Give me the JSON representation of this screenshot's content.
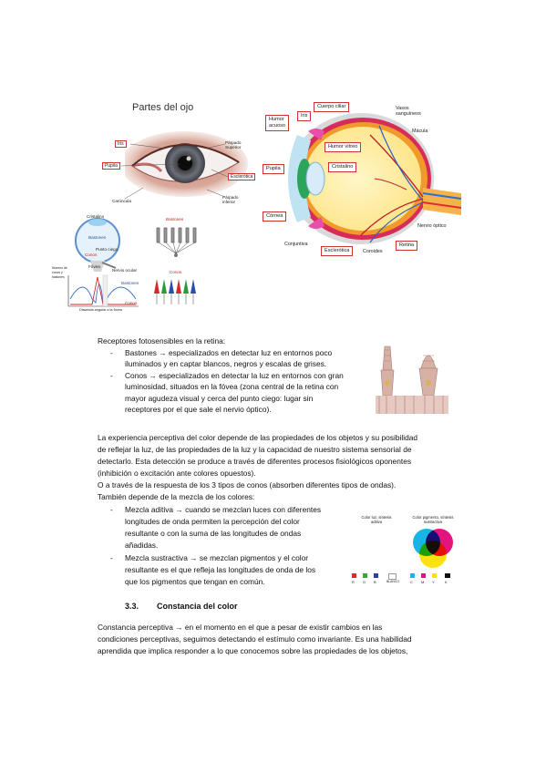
{
  "figures": {
    "eye_external": {
      "title": "Partes del ojo",
      "labels": {
        "iris": "Iris",
        "pupila": "Pupila",
        "parpado_sup": "Párpado\nSuperior",
        "esclerotica": "Esclerótica",
        "caruncula": "Carúncula",
        "parpado_inf": "Párpado\ninferior"
      }
    },
    "eye_section": {
      "labels": {
        "humor_acuoso": "Humor\nacuoso",
        "iris": "Iris",
        "cuerpo_ciliar": "Cuerpo ciliar",
        "vasos": "Vasos\nsanguíneos",
        "macula": "Mácula",
        "humor_vitreo": "Humor vítreo",
        "cristalino": "Cristalino",
        "pupila": "Pupila",
        "cornea": "Córnea",
        "conjuntiva": "Conjuntiva",
        "esclerotica": "Esclerótica",
        "coroides": "Coroides",
        "retina": "Retina",
        "nervio": "Nervio óptico"
      }
    },
    "retina_diagram": {
      "labels": {
        "cristalino": "Cristalino",
        "bastones": "Bastones",
        "punto_ciego": "Punto ciego",
        "conos": "Conos",
        "fovea": "Fóvea",
        "nervio_ocular": "Nervio ocular",
        "bastones2": "Bastones",
        "conos2": "Conos",
        "xaxis": "Distancia angular a la fóvea",
        "yaxis": "Número de conos y bastones"
      }
    },
    "receptor_diagram": {
      "labels": {
        "bastones": "Bastones",
        "conos": "Conos"
      }
    },
    "color_mix": {
      "aditiva_title": "Color luz, síntesis aditiva",
      "sustractiva_title": "Color pigmento, síntesis sustractiva",
      "aditiva_keys": [
        "R",
        "G",
        "B",
        "BLANCO"
      ],
      "sustractiva_keys": [
        "C",
        "M",
        "Y",
        "K"
      ],
      "colors": {
        "red": "#e8252a",
        "green": "#3aa935",
        "blue": "#2c3f9e",
        "cyan": "#19b4e6",
        "magenta": "#e5137e",
        "yellow": "#fde20f"
      }
    }
  },
  "body": {
    "receptores_title": "Receptores fotosensibles en la retina:",
    "bastones_line1": "Bastones → especializados en detectar luz en entornos poco",
    "bastones_line2": "iluminados y en captar blancos, negros y escalas de grises.",
    "conos_line1": "Conos → especializados en detectar la luz en entornos con gran",
    "conos_line2": "luminosidad, situados en la fóvea (zona central de la retina con",
    "conos_line3": "mayor agudeza visual y cerca del punto ciego: lugar sin",
    "conos_line4": "receptores por el que sale el nervio óptico).",
    "exp_line1": "La experiencia perceptiva del color depende de las propiedades de los objetos y su posibilidad",
    "exp_line2": "de reflejar la luz, de las propiedades de la luz y la capacidad de nuestro sistema sensorial de",
    "exp_line3": "detectarlo. Esta detección se produce a través de diferentes procesos fisiológicos oponentes",
    "exp_line4": "(inhibición o excitación ante colores opuestos).",
    "exp_line5": "O a través de la respuesta de los 3 tipos de conos (absorben diferentes tipos de ondas).",
    "exp_line6": "También depende de la mezcla de los colores:",
    "aditiva_line1": "Mezcla aditiva → cuando se mezclan luces con diferentes",
    "aditiva_line2": "longitudes de onda permiten la percepción del color",
    "aditiva_line3": "resultante o con la suma de las longitudes de ondas",
    "aditiva_line4": "añadidas.",
    "sustractiva_line1": "Mezcla sustractiva → se mezclan pigmentos y el color",
    "sustractiva_line2": "resultante es el que refleja las longitudes de onda de los",
    "sustractiva_line3": "que los pigmentos que tengan en común.",
    "section_number": "3.3.",
    "section_title": "Constancia del color",
    "const_line1": "Constancia perceptiva → en el momento en el que a pesar de existir cambios en las",
    "const_line2": "condiciones perceptivas, seguimos detectando el estímulo como invariante. Es una habilidad",
    "const_line3": "aprendida que implica responder a lo que conocemos sobre las propiedades de los objetos,"
  }
}
